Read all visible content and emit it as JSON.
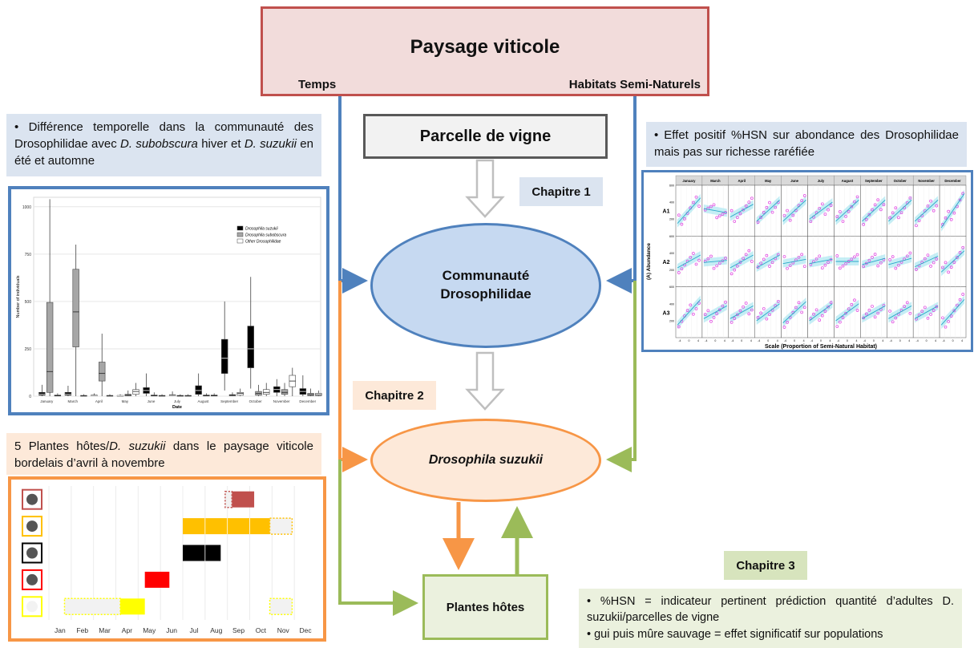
{
  "landscape": {
    "title": "Paysage viticole",
    "left_label": "Temps",
    "right_label": "Habitats Semi-Naturels"
  },
  "parcel": {
    "label": "Parcelle de vigne"
  },
  "chapters": {
    "ch1": "Chapitre 1",
    "ch2": "Chapitre 2",
    "ch3": "Chapitre 3"
  },
  "community": {
    "line1": "Communauté",
    "line2": "Drosophilidae"
  },
  "suzukii": {
    "label": "Drosophila suzukii"
  },
  "host_plants": {
    "label": "Plantes hôtes"
  },
  "notes": {
    "temporal": {
      "pre": "• Différence temporelle dans la communauté des Drosophilidae avec ",
      "sp1": "D. subobscura",
      "mid": " hiver et ",
      "sp2": "D. suzukii",
      "post": " en été et automne"
    },
    "hsn": "• Effet positif %HSN sur abondance des Drosophilidae mais pas sur richesse raréfiée",
    "plants": {
      "pre": "5 Plantes hôtes/",
      "sp": "D. suzukii",
      "post": " dans le paysage viticole bordelais d’avril à novembre"
    },
    "ch3": [
      "• %HSN = indicateur pertinent prédiction quantité d’adultes D. suzukii/parcelles de vigne",
      "• gui puis mûre sauvage = effet significatif sur populations"
    ]
  },
  "chart_data": [
    {
      "type": "box",
      "xlabel": "Date",
      "ylabel": "Number of individuals",
      "categories": [
        "January",
        "March",
        "April",
        "May",
        "June",
        "July",
        "August",
        "September",
        "October",
        "November",
        "December"
      ],
      "ylim": [
        0,
        1050
      ],
      "yticks": [
        0,
        250,
        500,
        750,
        1000
      ],
      "legend": [
        "Drosophila suzukii",
        "Drosophila subobscura",
        "Other Drosophilidae"
      ],
      "colors": [
        "#000000",
        "#a6a6a6",
        "#ffffff"
      ],
      "series": [
        {
          "name": "Drosophila suzukii",
          "boxes": [
            [
              0,
              5,
              10,
              20,
              60
            ],
            [
              0,
              5,
              10,
              20,
              55
            ],
            [
              0,
              1,
              3,
              6,
              15
            ],
            [
              0,
              1,
              2,
              4,
              10
            ],
            [
              0,
              15,
              30,
              45,
              120
            ],
            [
              0,
              2,
              4,
              8,
              25
            ],
            [
              0,
              10,
              30,
              55,
              120
            ],
            [
              30,
              120,
              200,
              300,
              500
            ],
            [
              40,
              150,
              250,
              370,
              630
            ],
            [
              0,
              20,
              35,
              50,
              90
            ],
            [
              0,
              10,
              25,
              40,
              110
            ]
          ]
        },
        {
          "name": "Drosophila subobscura",
          "boxes": [
            [
              0,
              20,
              130,
              495,
              1040
            ],
            [
              0,
              260,
              445,
              670,
              800
            ],
            [
              0,
              80,
              120,
              180,
              330
            ],
            [
              0,
              2,
              5,
              10,
              30
            ],
            [
              0,
              1,
              3,
              6,
              20
            ],
            [
              0,
              1,
              2,
              4,
              10
            ],
            [
              0,
              1,
              3,
              6,
              15
            ],
            [
              0,
              2,
              5,
              8,
              20
            ],
            [
              0,
              5,
              15,
              25,
              60
            ],
            [
              0,
              10,
              20,
              35,
              70
            ],
            [
              0,
              3,
              8,
              15,
              40
            ]
          ]
        },
        {
          "name": "Other Drosophilidae",
          "boxes": [
            [
              0,
              1,
              3,
              6,
              15
            ],
            [
              0,
              1,
              2,
              4,
              10
            ],
            [
              0,
              1,
              2,
              4,
              10
            ],
            [
              0,
              10,
              25,
              35,
              70
            ],
            [
              0,
              1,
              2,
              4,
              10
            ],
            [
              0,
              1,
              2,
              4,
              10
            ],
            [
              0,
              1,
              3,
              6,
              15
            ],
            [
              0,
              5,
              15,
              20,
              40
            ],
            [
              0,
              10,
              20,
              35,
              70
            ],
            [
              0,
              50,
              80,
              110,
              150
            ],
            [
              0,
              3,
              8,
              15,
              30
            ]
          ]
        }
      ]
    },
    {
      "type": "scatter",
      "xlabel": "Scale (Proportion of Semi-Natural Habitat)",
      "ylabel": "(A) Abundance",
      "months": [
        "January",
        "March",
        "April",
        "May",
        "June",
        "July",
        "August",
        "September",
        "October",
        "November",
        "December"
      ],
      "rows": [
        "A1",
        "A2",
        "A3"
      ],
      "ylim": [
        0,
        600
      ],
      "yticks": [
        200,
        400,
        600
      ],
      "xticks": [
        "-4",
        "0",
        "4"
      ],
      "slopes": [
        [
          0.6,
          -0.1,
          0.3,
          0.5,
          0.5,
          0.4,
          0.5,
          0.5,
          0.5,
          0.5,
          0.8
        ],
        [
          0.3,
          0.05,
          0.3,
          0.3,
          0.1,
          0.1,
          0.0,
          0.15,
          0.15,
          0.25,
          0.5
        ],
        [
          0.6,
          0.3,
          0.3,
          0.4,
          0.5,
          0.4,
          0.4,
          0.3,
          0.3,
          0.3,
          0.6
        ]
      ]
    },
    {
      "type": "gantt",
      "months": [
        "Jan",
        "Feb",
        "Mar",
        "Apr",
        "May",
        "Jun",
        "Jul",
        "Aug",
        "Sep",
        "Oct",
        "Nov",
        "Dec"
      ],
      "plants": [
        {
          "icon": "wild-blackberry-icon",
          "color": "#c0504d",
          "bars": [
            {
              "start": 8.2,
              "end": 9.2,
              "style": "solid"
            },
            {
              "start": 7.9,
              "end": 8.2,
              "style": "dotted"
            }
          ]
        },
        {
          "icon": "mistletoe-berry-icon",
          "color": "#ffc000",
          "bars": [
            {
              "start": 6,
              "end": 9.9,
              "style": "solid"
            },
            {
              "start": 9.9,
              "end": 10.9,
              "style": "dotted"
            }
          ]
        },
        {
          "icon": "black-berry-icon",
          "color": "#000000",
          "bars": [
            {
              "start": 6,
              "end": 7.7,
              "style": "solid"
            }
          ]
        },
        {
          "icon": "red-fruit-icon",
          "color": "#ff0000",
          "bars": [
            {
              "start": 4.3,
              "end": 5.4,
              "style": "solid"
            }
          ]
        },
        {
          "icon": "white-berry-icon",
          "color": "#ffff00",
          "bars": [
            {
              "start": 0.7,
              "end": 3.2,
              "style": "dotted"
            },
            {
              "start": 3.2,
              "end": 4.3,
              "style": "solid"
            },
            {
              "start": 9.9,
              "end": 10.9,
              "style": "dotted"
            }
          ]
        }
      ]
    }
  ]
}
